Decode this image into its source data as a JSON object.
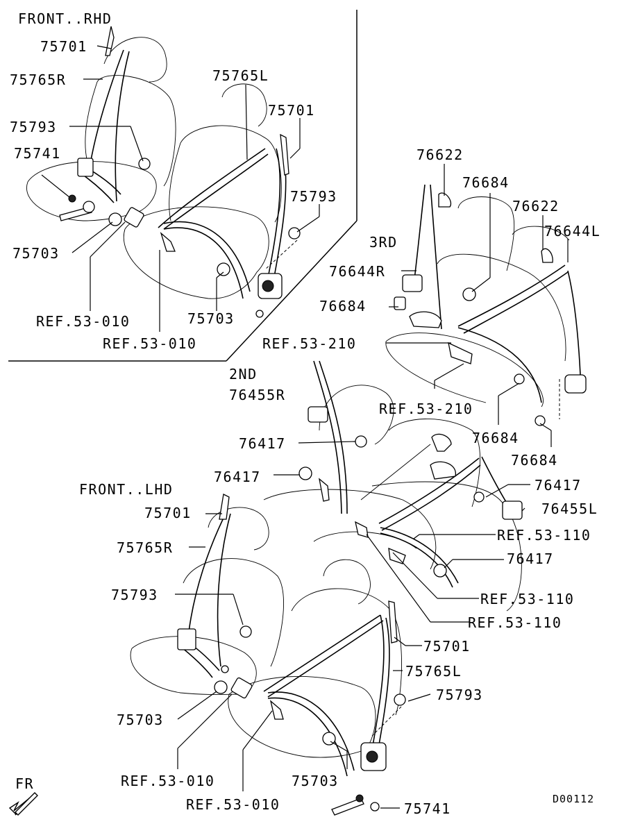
{
  "diagram_code": "D00112",
  "orientation": {
    "label": "FR",
    "icon": "front-direction-arrow-icon"
  },
  "sections": {
    "front_rhd": "FRONT..RHD",
    "front_lhd": "FRONT..LHD",
    "second_row": "2ND",
    "third_row": "3RD"
  },
  "callouts": {
    "rhd_75701": "75701",
    "rhd_75765R": "75765R",
    "rhd_75793": "75793",
    "rhd_75741": "75741",
    "rhd_75703_a": "75703",
    "rhd_ref_a": "REF.53-010",
    "rhd_ref_b": "REF.53-010",
    "rhd_75765L": "75765L",
    "rhd_75701_b": "75701",
    "rhd_75793_b": "75793",
    "rhd_75703_b": "75703",
    "r3_76622_a": "76622",
    "r3_76684_a": "76684",
    "r3_76622_b": "76622",
    "r3_76644L": "76644L",
    "r3_76644R": "76644R",
    "r3_76684_b": "76684",
    "r3_ref_a": "REF.53-210",
    "r3_ref_b": "REF.53-210",
    "r3_76684_c": "76684",
    "r3_76684_d": "76684",
    "r2_76455R": "76455R",
    "r2_76417_a": "76417",
    "r2_76417_b": "76417",
    "r2_76417_c": "76417",
    "r2_76455L": "76455L",
    "r2_ref_a": "REF.53-110",
    "r2_76417_d": "76417",
    "r2_ref_b": "REF.53-110",
    "r2_ref_c": "REF.53-110",
    "lhd_75701": "75701",
    "lhd_75765R": "75765R",
    "lhd_75793": "75793",
    "lhd_75703_a": "75703",
    "lhd_ref_a": "REF.53-010",
    "lhd_ref_b": "REF.53-010",
    "lhd_75701_b": "75701",
    "lhd_75765L": "75765L",
    "lhd_75793_b": "75793",
    "lhd_75703_b": "75703",
    "lhd_75741": "75741"
  }
}
